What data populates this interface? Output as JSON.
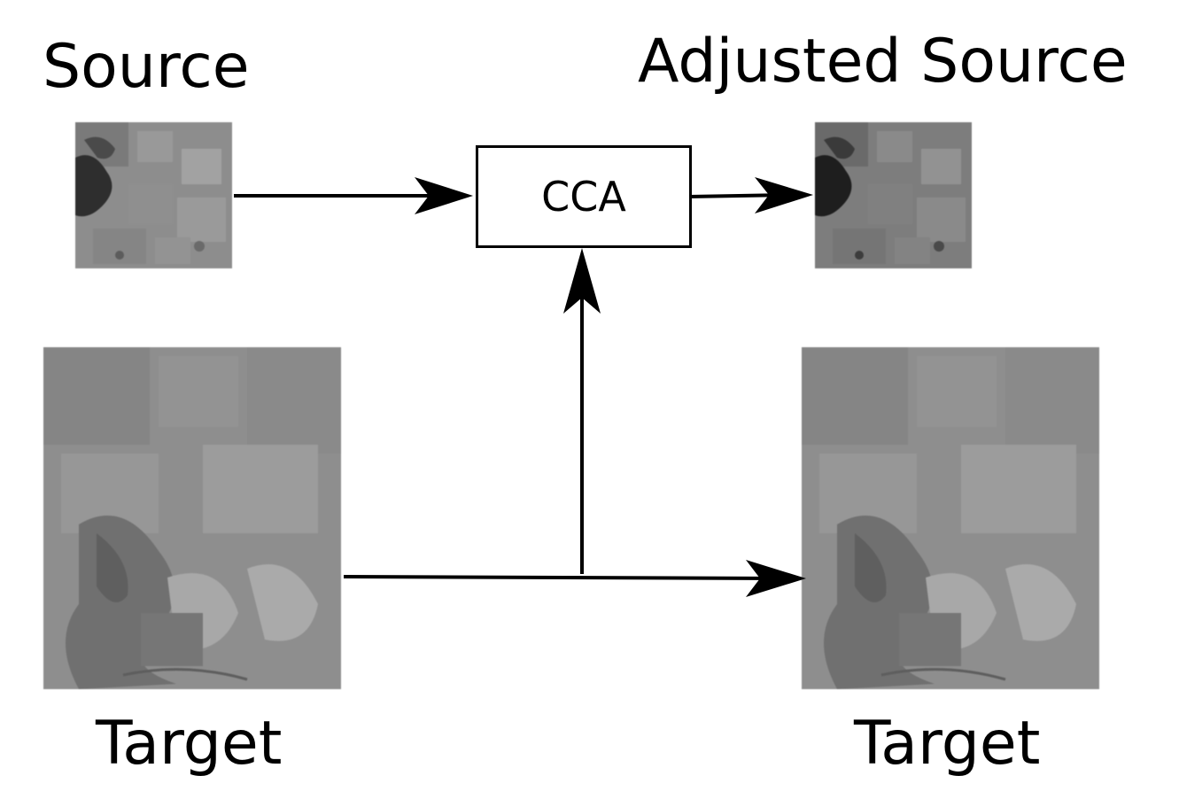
{
  "labels": {
    "source": "Source",
    "adjusted_source": "Adjusted Source",
    "target_left": "Target",
    "target_right": "Target"
  },
  "process": {
    "box_label": "CCA"
  },
  "images": {
    "source": {
      "tone": "dark-gray satellite patch",
      "base_color": "#8a8a8a"
    },
    "adjusted_source": {
      "tone": "darker-gray satellite patch",
      "base_color": "#7a7a7a"
    },
    "target": {
      "tone": "gray satellite patch",
      "base_color": "#8c8c8c"
    }
  },
  "colors": {
    "stroke": "#000000",
    "background": "#ffffff"
  }
}
